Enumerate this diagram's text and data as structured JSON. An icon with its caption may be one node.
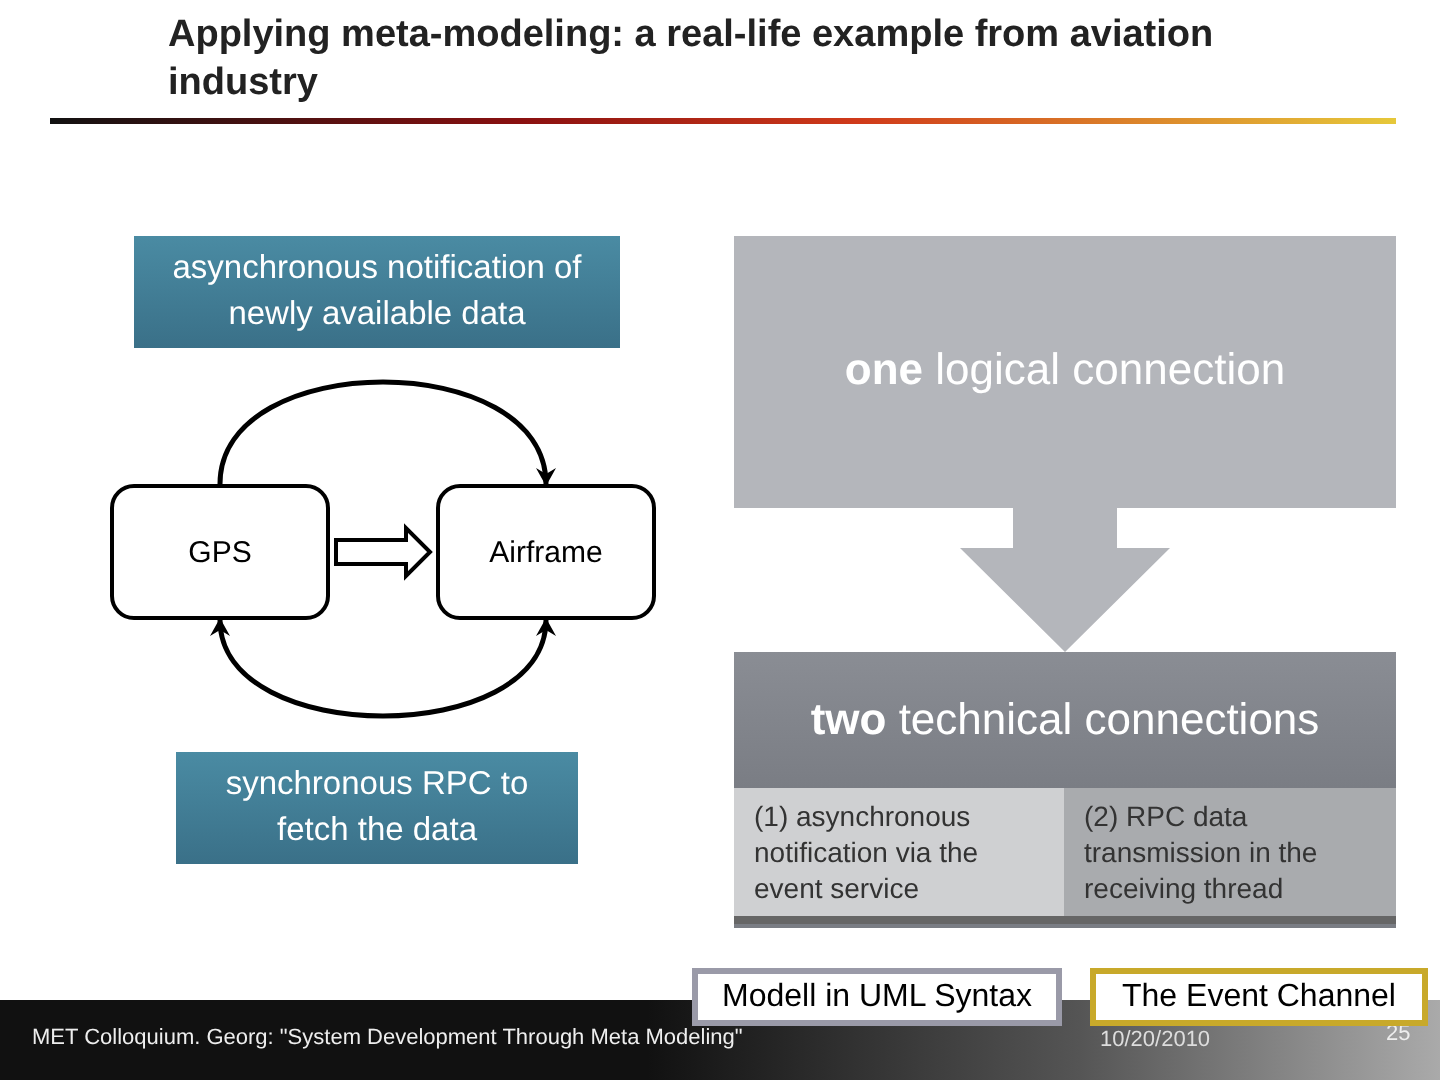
{
  "diagram": {
    "title": "Applying meta-modeling: a real-life example from aviation industry",
    "nodes": [
      {
        "text": [
          "asynchronous notification of newly available data"
        ]
      },
      {
        "text": [
          "GPS"
        ]
      },
      {
        "text": [
          "Airframe"
        ]
      },
      {
        "text": [
          "synchronous RPC to fetch the data"
        ]
      },
      {
        "text": [
          "**one** logical connection"
        ]
      },
      {
        "text": [
          "**two** technical connections"
        ]
      },
      {
        "text": [
          "(1) asynchronous notification via the event service"
        ],
        "in": 5
      },
      {
        "text": [
          "(2) RPC data transmission in the receiving thread"
        ],
        "in": 5
      },
      {
        "text": [
          "Modell in UML Syntax"
        ]
      },
      {
        "text": [
          "The Event Channel"
        ]
      }
    ],
    "edges": [
      {
        "from": 1,
        "to": 2,
        "arrow": "to"
      },
      {
        "from": 1,
        "to": 2,
        "arrow": "to",
        "style": "thick"
      },
      {
        "from": 1,
        "to": 2,
        "arrow": "both"
      },
      {
        "from": 4,
        "to": 5,
        "arrow": "to",
        "style": "thick",
        "color": "#b4b6bb"
      }
    ],
    "labels": [
      "MET Colloquium. Georg: \"System Development Through Meta Modeling\"",
      "10/20/2010",
      "25"
    ]
  }
}
